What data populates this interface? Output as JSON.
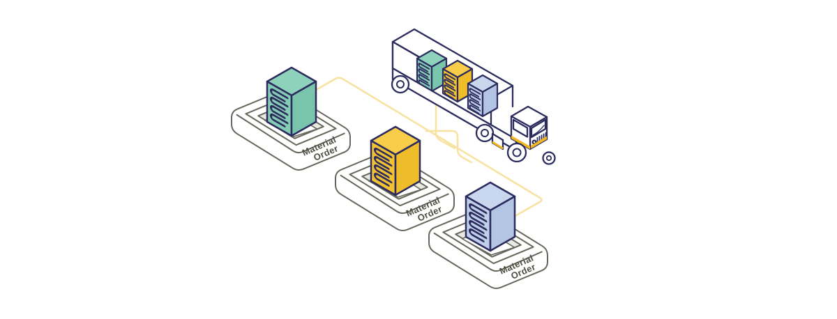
{
  "illustration": {
    "title": "material-orders-loaded-onto-delivery-truck",
    "background": "#ffffff"
  },
  "palette": {
    "outline_navy": "#2b2b5e",
    "tray_outline": "#66665c",
    "label_text": "#4f4f44",
    "route_yellow": "#f8e2a2",
    "accent_yellow": "#f3b71f",
    "recess_shade": "#e9e9e3",
    "interior_shade": "#f0f0ec",
    "box_teal": {
      "top": "#8ed2bc",
      "left": "#85ccb5",
      "right": "#79c5ac"
    },
    "box_yellow": {
      "top": "#f7cd49",
      "left": "#f2c233",
      "right": "#efbd2a"
    },
    "box_blue": {
      "top": "#c9d7ee",
      "left": "#bfcee9",
      "right": "#b4c5e4"
    }
  },
  "platforms": [
    {
      "name": "teal-order-platform",
      "label_line1": "Material",
      "label_line2": "Order"
    },
    {
      "name": "yellow-order-platform",
      "label_line1": "Material",
      "label_line2": "Order"
    },
    {
      "name": "blue-order-platform",
      "label_line1": "Material",
      "label_line2": "Order"
    }
  ],
  "truck": {
    "cargo": [
      "teal",
      "yellow",
      "blue"
    ]
  }
}
